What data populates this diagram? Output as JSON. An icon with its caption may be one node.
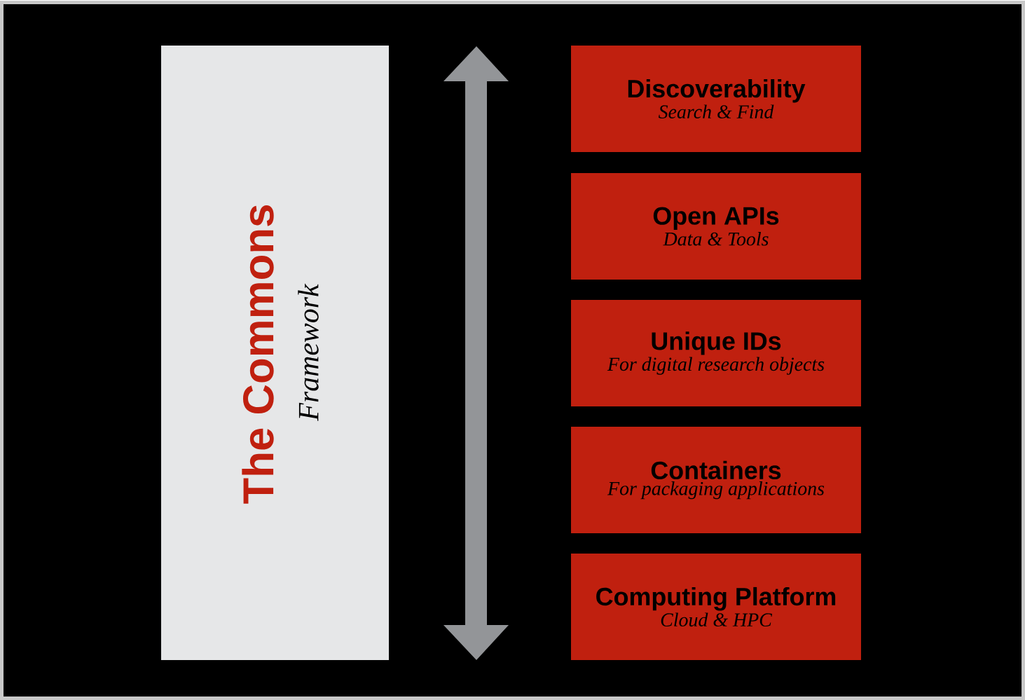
{
  "diagram": {
    "nodes": [
      {
        "text": [
          "The Commons",
          "Framework"
        ]
      },
      {
        "text": [
          "Discoverability",
          "Search & Find"
        ]
      },
      {
        "text": [
          "Open APIs",
          "Data & Tools"
        ]
      },
      {
        "text": [
          "Unique IDs",
          "For digital research objects"
        ]
      },
      {
        "text": [
          "Containers",
          "For packaging applications"
        ]
      },
      {
        "text": [
          "Computing Platform",
          "Cloud & HPC"
        ]
      }
    ]
  }
}
